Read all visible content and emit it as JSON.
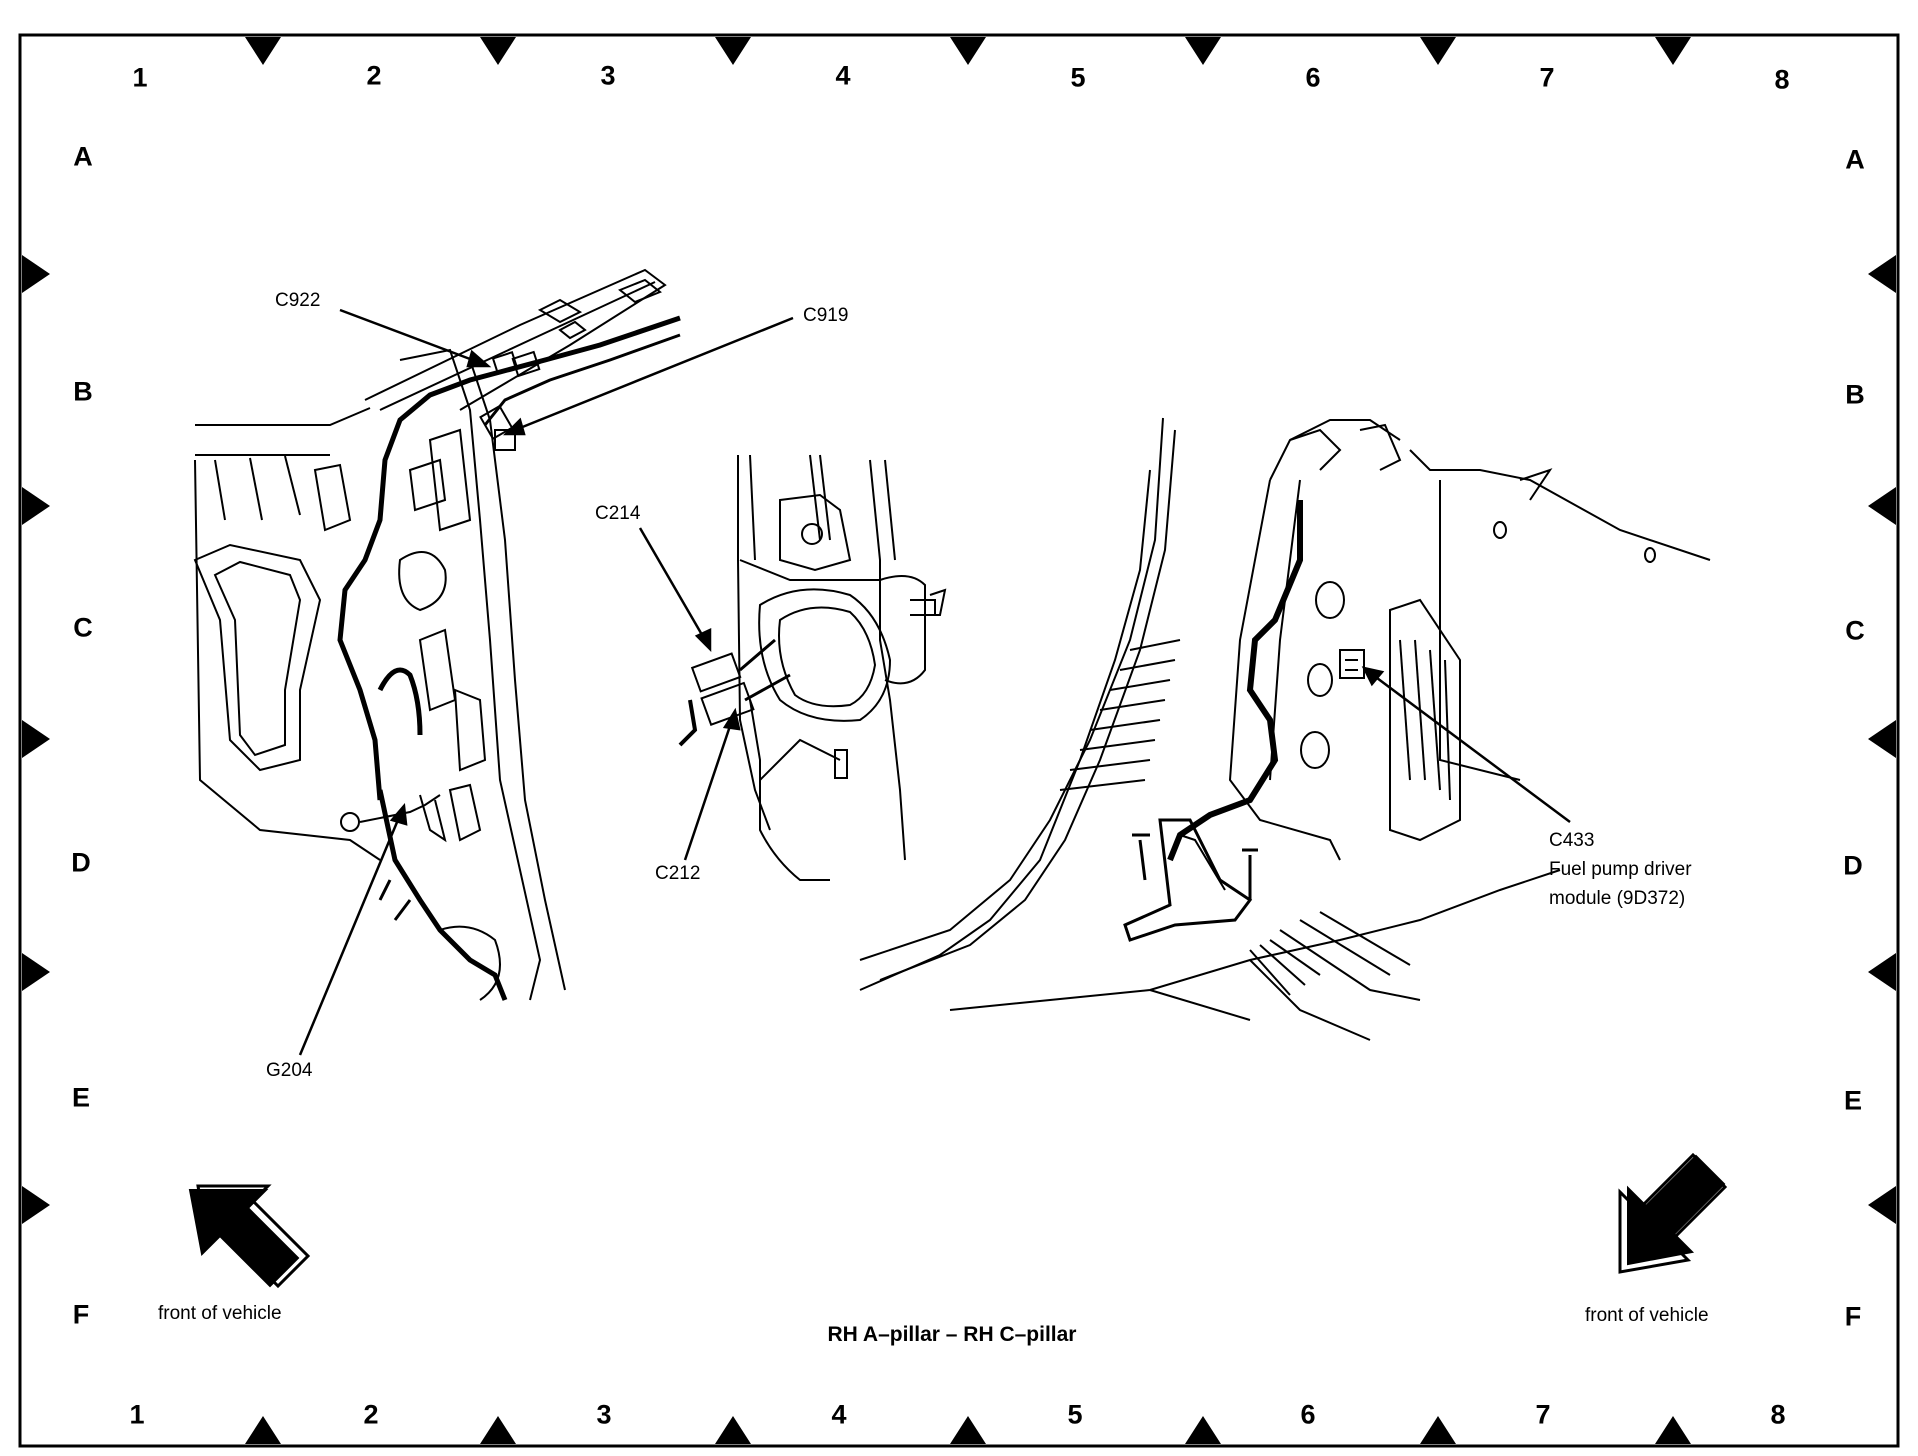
{
  "grid": {
    "columns": [
      "1",
      "2",
      "3",
      "4",
      "5",
      "6",
      "7",
      "8"
    ],
    "rows": [
      "A",
      "B",
      "C",
      "D",
      "E",
      "F"
    ]
  },
  "callouts": {
    "c922": "C922",
    "c919": "C919",
    "c214": "C214",
    "c212": "C212",
    "g204": "G204",
    "c433": "C433",
    "c433_desc_1": "Fuel pump driver",
    "c433_desc_2": "module (9D372)"
  },
  "notes": {
    "front_left": "front of vehicle",
    "front_right": "front of vehicle"
  },
  "title": "RH A–pillar – RH C–pillar",
  "icons": [
    "front-arrow-icon"
  ]
}
